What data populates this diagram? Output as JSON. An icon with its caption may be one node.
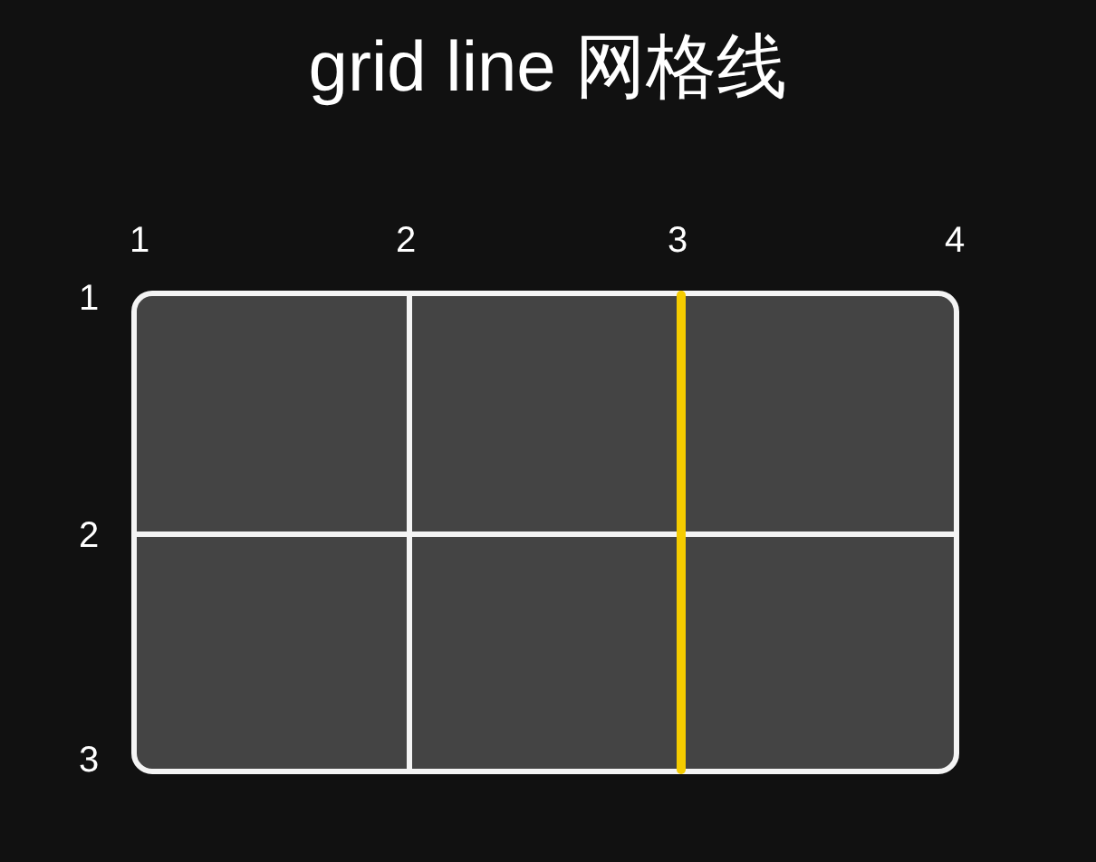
{
  "diagram": {
    "title": "grid line 网格线",
    "labels": [
      "1",
      "2",
      "3",
      "4",
      "1",
      "2",
      "3"
    ]
  }
}
